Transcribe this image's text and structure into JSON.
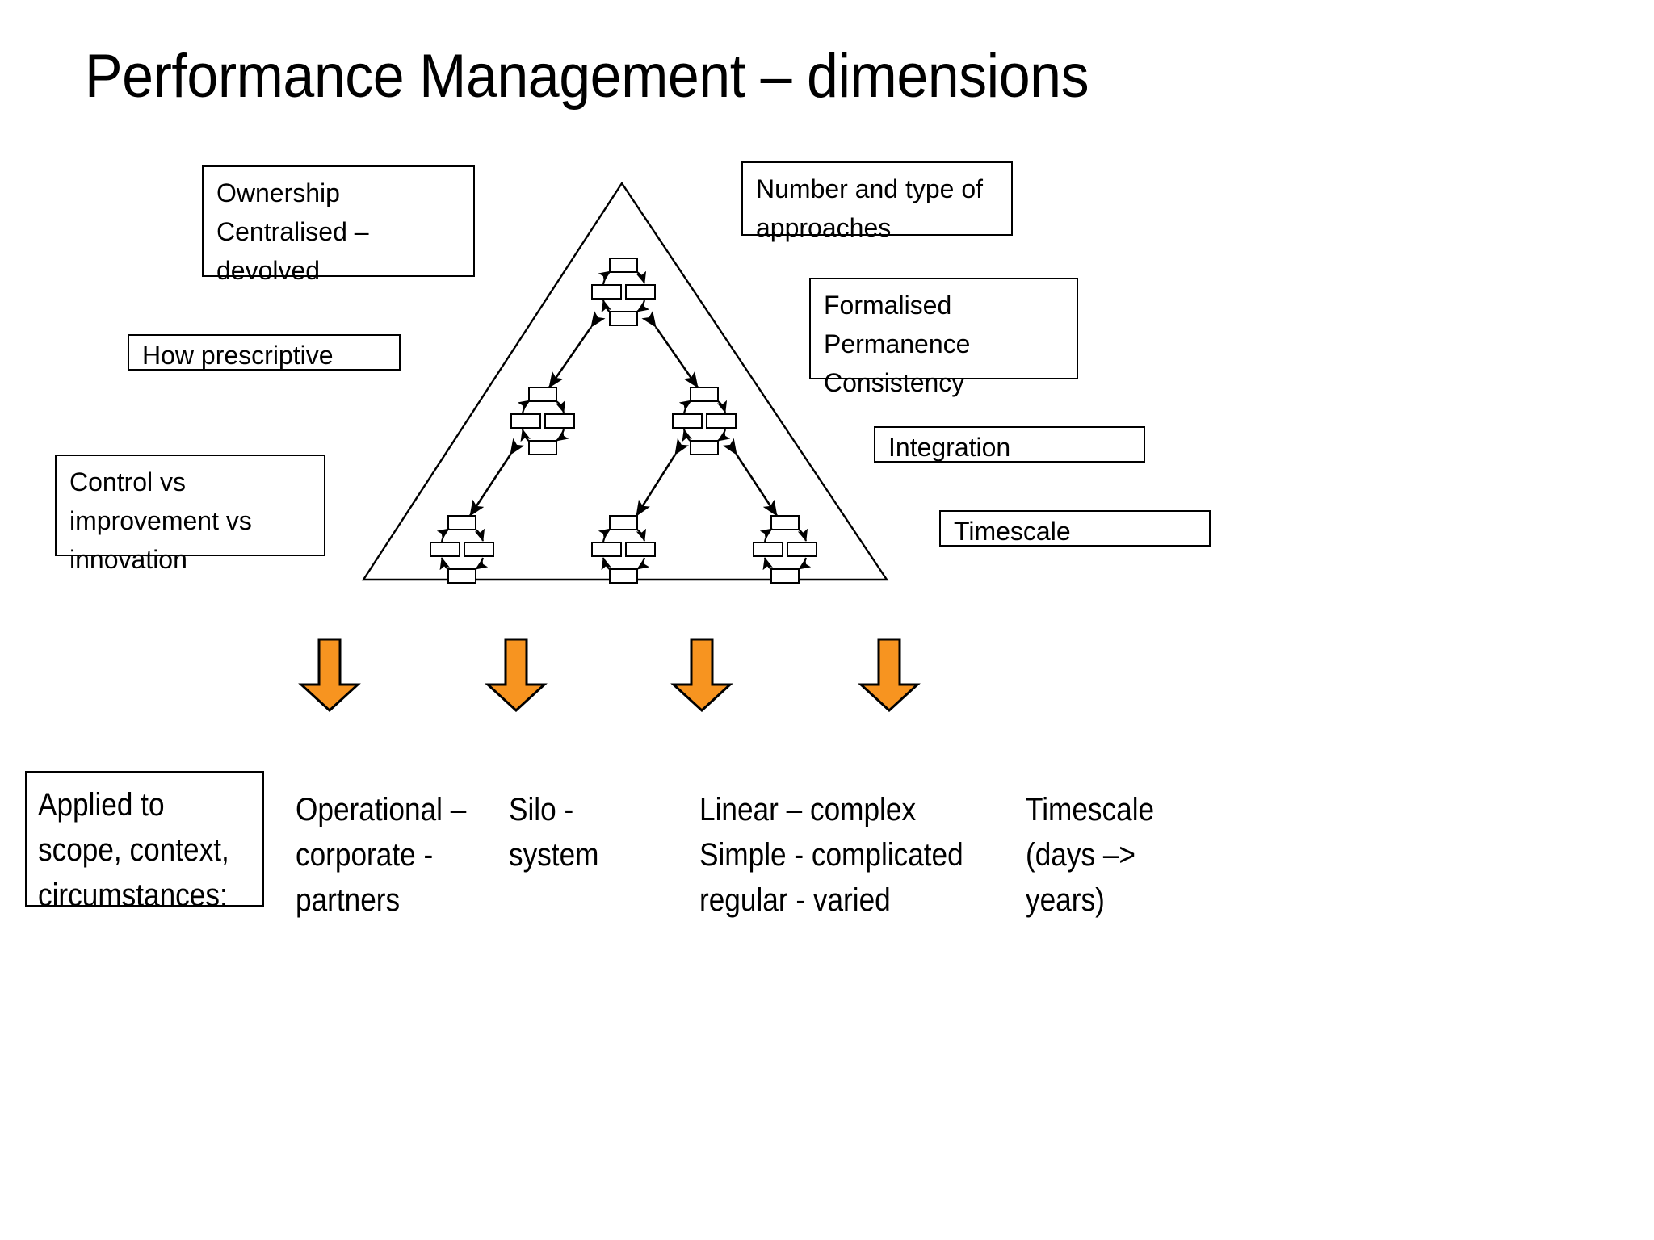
{
  "slide": {
    "title": "Performance Management – dimensions",
    "background_color": "#FFFFFF",
    "accent_color": "#F79420",
    "outline_color": "#000000"
  },
  "left_callouts": [
    {
      "id": "ownership",
      "text": "Ownership\nCentralised –\ndevolved"
    },
    {
      "id": "prescriptive",
      "text": "How prescriptive"
    },
    {
      "id": "control",
      "text": "Control vs\nimprovement vs\ninnovation"
    }
  ],
  "right_callouts": [
    {
      "id": "number",
      "text": "Number and type of\napproaches"
    },
    {
      "id": "formalised",
      "text": "Formalised\nPermanence\nConsistency"
    },
    {
      "id": "integration",
      "text": "Integration"
    },
    {
      "id": "timescale",
      "text": "Timescale"
    }
  ],
  "diagram": {
    "shape": "triangle",
    "node_count": 6,
    "node_description": "four-box cyclic cluster",
    "levels": [
      1,
      2,
      3
    ],
    "connector_style": "double-headed-arrow"
  },
  "orange_arrows": {
    "count": 4,
    "fill": "#F79420",
    "stroke": "#000000",
    "direction": "down"
  },
  "bottom_row": {
    "applied": "Applied to\nscope, context,\ncircumstances:",
    "columns": [
      {
        "id": "operational",
        "text": "Operational –\ncorporate -\npartners"
      },
      {
        "id": "silo",
        "text": "Silo -\nsystem"
      },
      {
        "id": "linear",
        "text": "Linear – complex\nSimple - complicated\nregular - varied"
      },
      {
        "id": "timescale",
        "text": "Timescale\n(days –>\nyears)"
      }
    ]
  }
}
